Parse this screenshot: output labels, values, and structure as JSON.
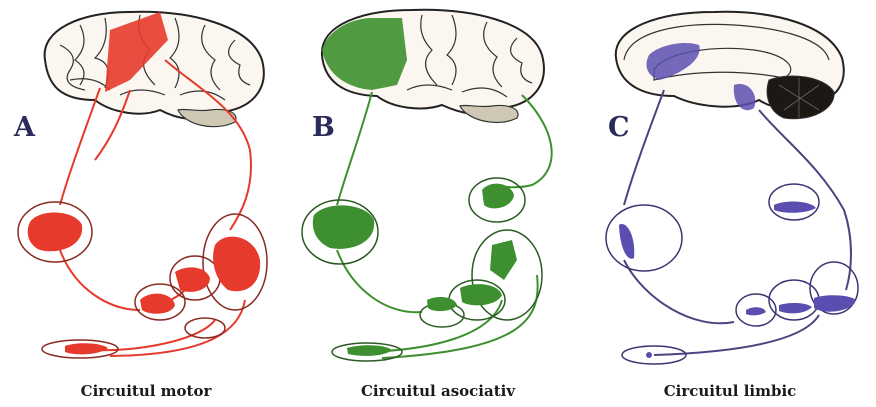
{
  "panels": [
    {
      "letter": "A",
      "caption": "Circuitul motor",
      "color": "#e53a2c"
    },
    {
      "letter": "B",
      "caption": "Circuitul asociativ",
      "color": "#3d8f2f"
    },
    {
      "letter": "C",
      "caption": "Circuitul limbic",
      "color": "#5a4fb0"
    }
  ]
}
